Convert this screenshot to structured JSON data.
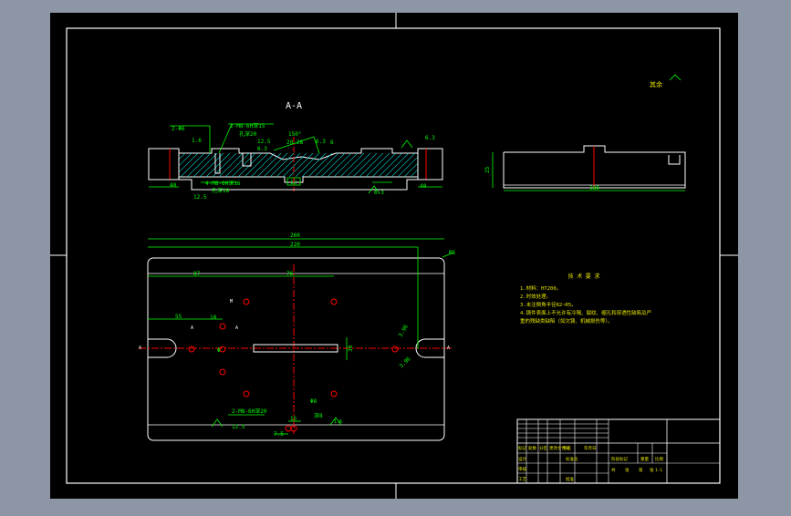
{
  "viewer": {
    "background_color": "#8c96a5",
    "paper_color": "#000000"
  },
  "colors": {
    "frame": "#ffffff",
    "outline": "#ffffff",
    "dimension": "#00ff00",
    "centerline": "#ff0000",
    "hatch": "#00d2d2",
    "cyan_line": "#00ffff",
    "note_text": "#e6e600"
  },
  "drawing": {
    "section_label": "A-A",
    "surface_finish_note": "其余",
    "section_view": {
      "labels": [
        "2-Φ6",
        "1.6",
        "2-M8-6H深15",
        "孔深20",
        "12.5",
        "6.3",
        "150°",
        "20.28",
        "6.3",
        "6",
        "6.3",
        "40",
        "4-M8-6H深16",
        "孔深18",
        "12.5",
        "12",
        "6.3",
        "40"
      ]
    },
    "side_view": {
      "labels": [
        "25",
        "180"
      ]
    },
    "plan_view": {
      "labels": [
        "260",
        "220",
        "R5",
        "87",
        "76",
        "M",
        "55",
        "10",
        "A",
        "A",
        "Φ",
        "A",
        "A",
        "30",
        "2-Φ6",
        "2-M8-6H深20",
        "12.5",
        "15",
        "7.5",
        "Φ8",
        "深8",
        "1.6",
        "3.96",
        "3.96"
      ]
    },
    "tech_requirements": {
      "title": "技 术 要 求",
      "items": [
        "1.材料：HT200。",
        "2.时效处理。",
        "3.未注倒角半径R2~R5。",
        "4.铸件表面上不允许有冷隔、裂纹、缩孔和穿透性缺陷及严",
        "重的残缺类缺陷（如欠铸、机械损伤等）。"
      ]
    },
    "title_block": {
      "cells": [
        "标记",
        "处数",
        "分区",
        "更改文件号",
        "签名",
        "年月日",
        "设计",
        "标准化",
        "阶段标记",
        "重量",
        "比例",
        "审核",
        "工艺",
        "批准",
        "共",
        "张",
        "第",
        "张",
        "1:1"
      ]
    }
  }
}
